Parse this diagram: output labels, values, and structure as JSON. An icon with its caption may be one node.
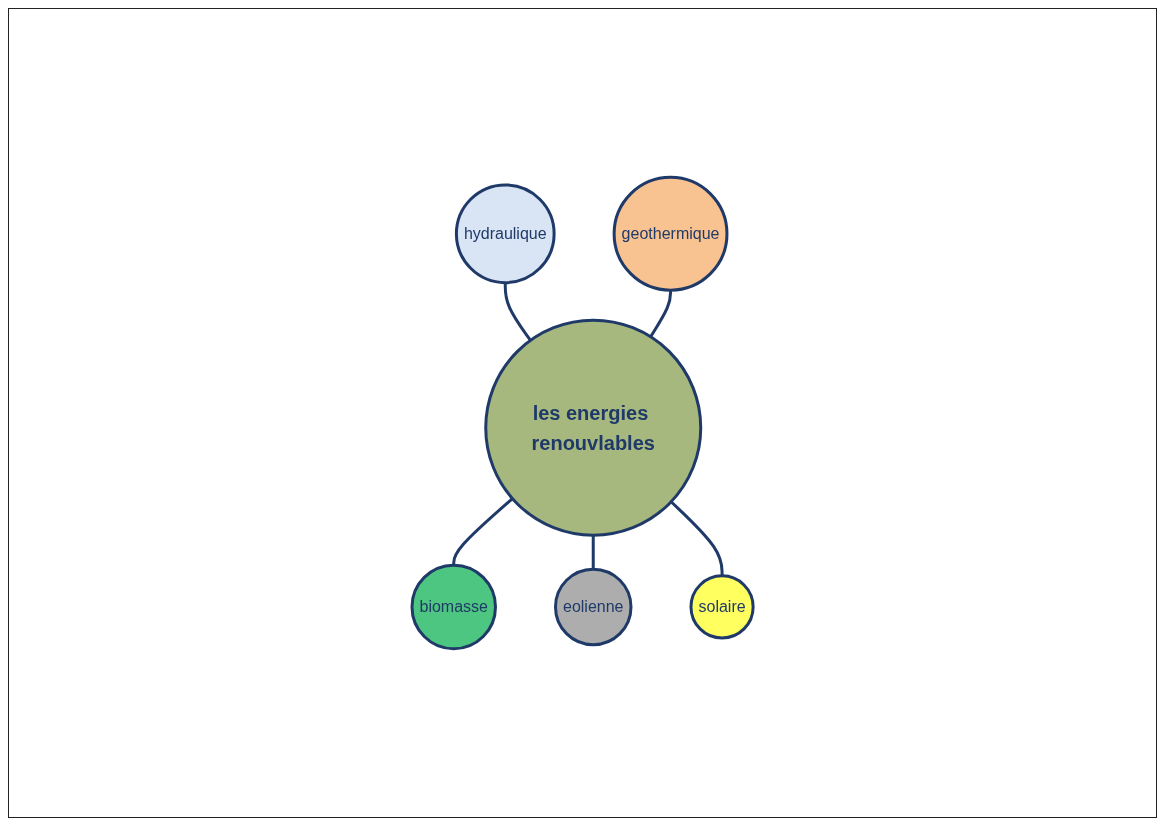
{
  "diagram": {
    "nodes": [
      {
        "text": [
          "les energies renouvlables"
        ]
      },
      {
        "text": [
          "hydraulique"
        ]
      },
      {
        "text": [
          "geothermique"
        ]
      },
      {
        "text": [
          "biomasse"
        ]
      },
      {
        "text": [
          "eolienne"
        ]
      },
      {
        "text": [
          "solaire"
        ]
      }
    ],
    "edges": [
      {
        "from": 1,
        "to": 0,
        "arrow": "none"
      },
      {
        "from": 2,
        "to": 0,
        "arrow": "none"
      },
      {
        "from": 0,
        "to": 3,
        "arrow": "none"
      },
      {
        "from": 0,
        "to": 4,
        "arrow": "none"
      },
      {
        "from": 0,
        "to": 5,
        "arrow": "none"
      }
    ]
  }
}
